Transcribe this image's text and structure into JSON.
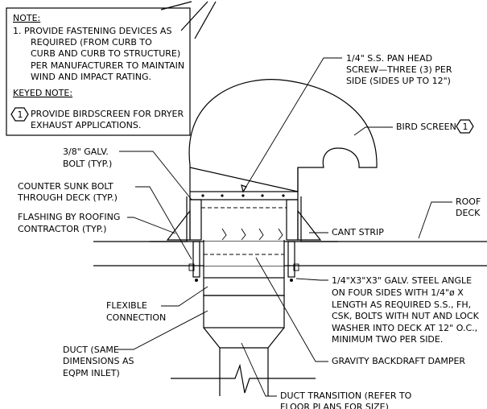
{
  "note": {
    "title": "NOTE:",
    "lines": [
      "1. PROVIDE FASTENING DEVICES AS",
      "REQUIRED (FROM CURB TO",
      "CURB AND CURB TO STRUCTURE)",
      "PER MANUFACTURER TO MAINTAIN",
      "WIND AND IMPACT RATING."
    ]
  },
  "keyed_note": {
    "title": "KEYED NOTE:",
    "number": "1",
    "lines": [
      "PROVIDE BIRDSCREEN FOR DRYER",
      "EXHAUST APPLICATIONS."
    ]
  },
  "labels": {
    "pan_head_screw": [
      "1/4\" S.S. PAN HEAD",
      "SCREW—THREE (3) PER",
      "SIDE (SIDES UP TO 12\")"
    ],
    "bird_screen": "BIRD SCREEN",
    "bird_screen_key": "1",
    "galv_bolt": [
      "3/8\" GALV.",
      "BOLT (TYP.)"
    ],
    "counter_sunk_bolt": [
      "COUNTER SUNK BOLT",
      "THROUGH DECK (TYP.)"
    ],
    "flashing": [
      "FLASHING BY ROOFING",
      "CONTRACTOR (TYP.)"
    ],
    "roof_deck": [
      "ROOF",
      "DECK"
    ],
    "cant_strip": "CANT STRIP",
    "steel_angle": [
      "1/4\"X3\"X3\" GALV. STEEL ANGLE",
      "ON FOUR SIDES WITH 1/4\"ø X",
      "LENGTH AS REQUIRED S.S., FH,",
      "CSK, BOLTS WITH NUT AND LOCK",
      "WASHER INTO DECK AT 12\" O.C.,",
      "MINIMUM TWO PER SIDE."
    ],
    "flexible_connection": [
      "FLEXIBLE",
      "CONNECTION"
    ],
    "gravity_damper": "GRAVITY BACKDRAFT DAMPER",
    "duct": [
      "DUCT (SAME",
      "DIMENSIONS AS",
      "EQPM INLET)"
    ],
    "duct_transition": [
      "DUCT TRANSITION (REFER TO",
      "FLOOR PLANS FOR SIZE)"
    ]
  }
}
